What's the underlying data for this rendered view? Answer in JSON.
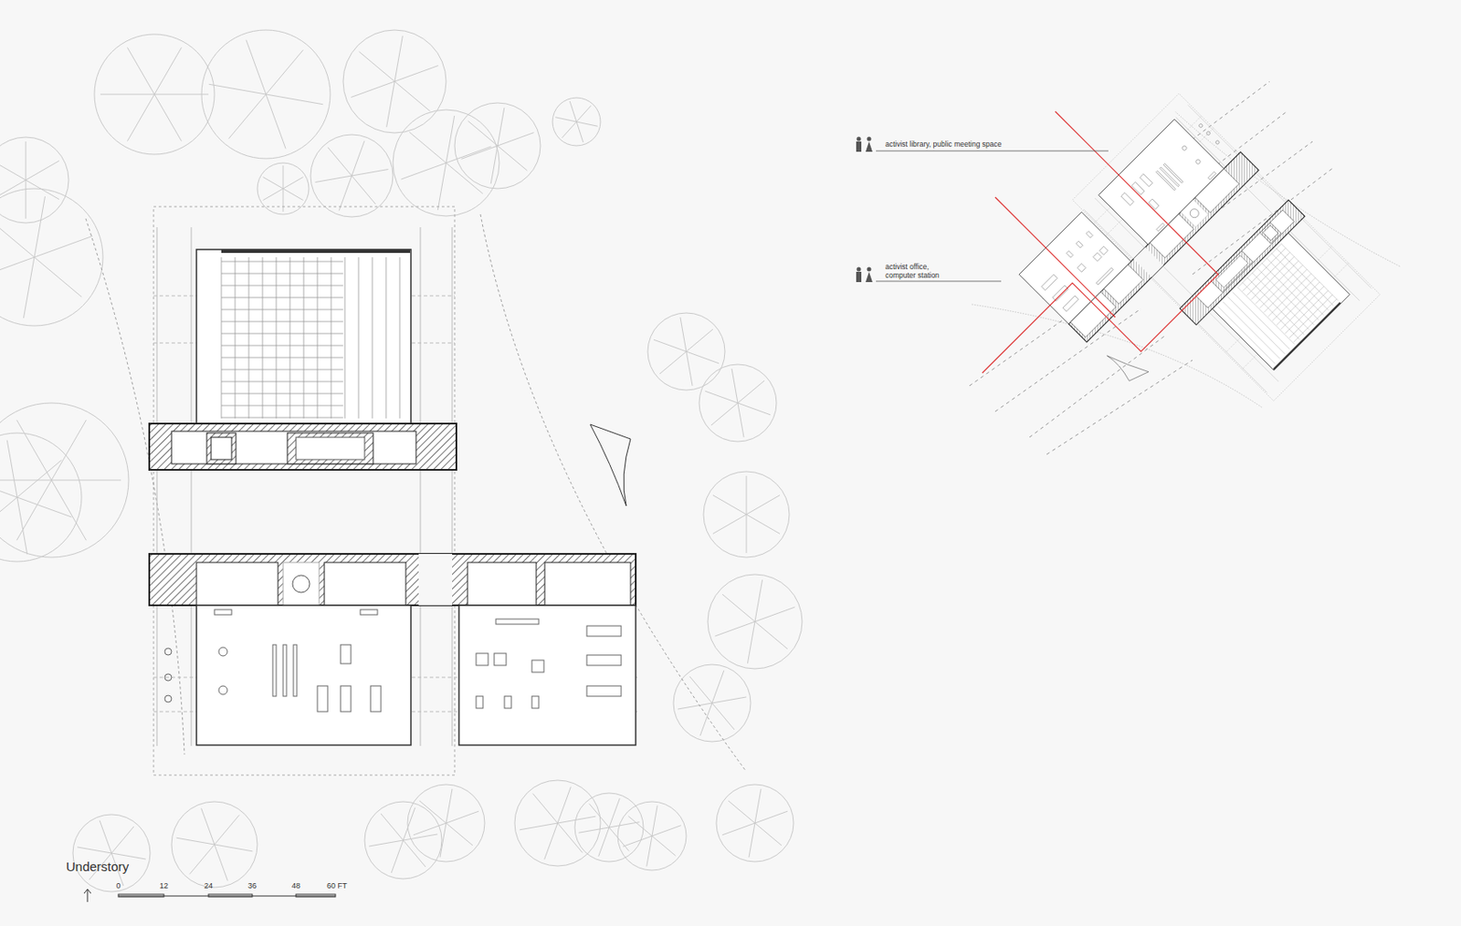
{
  "diagram": {
    "title": "Understory",
    "labels": [
      "0",
      "12",
      "24",
      "36",
      "48",
      "60 FT",
      "activist library, public meeting space",
      "activist office, computer station"
    ]
  }
}
